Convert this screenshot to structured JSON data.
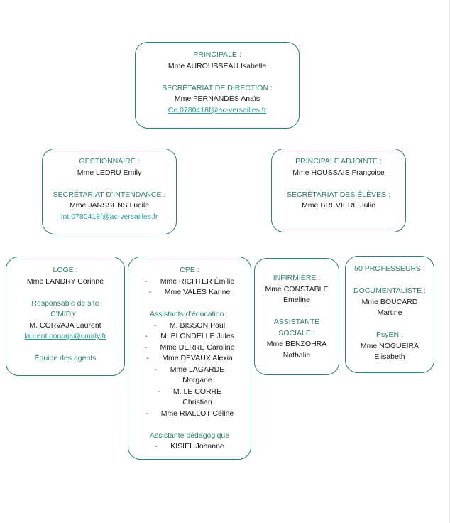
{
  "principal": {
    "title": "PRINCIPALE :",
    "name": "Mme AUROUSSEAU Isabelle",
    "secretariat_title": "SECRÉTARIAT DE DIRECTION :",
    "secretariat_name": "Mme FERNANDES Anaïs",
    "email": "Ce.0780418f@ac-versailles.fr"
  },
  "gestionnaire": {
    "title": "GESTIONNAIRE :",
    "name": "Mme LEDRU Emily",
    "secretariat_title": "SECRÉTARIAT D’INTENDANCE :",
    "secretariat_name": "Mme JANSSENS Lucile",
    "email": "Int.0780418f@ac-versailles.fr"
  },
  "adjointe": {
    "title": "PRINCIPALE ADJOINTE :",
    "name": "Mme HOUSSAIS Françoise",
    "secretariat_title": "SECRÉTARIAT DES ÉLÈVES :",
    "secretariat_name": "Mme BREVIERE Julie"
  },
  "loge": {
    "title": "LOGE :",
    "name": "Mme LANDRY Corinne",
    "resp_title_1": "Responsable de site",
    "resp_title_2": "C’MIDY :",
    "resp_name": "M. CORVAJA Laurent",
    "email": "laurent.corvaja@cmidy.fr",
    "agents": "Équipe des agents"
  },
  "cpe": {
    "title": "CPE :",
    "members": [
      {
        "dash": "-",
        "name": "Mme RICHTER Émilie"
      },
      {
        "dash": "-",
        "name": "Mme VALES Karine"
      }
    ],
    "assistants_title": "Assistants d’éducation :",
    "assistants": [
      {
        "dash": "-",
        "name": "M. BISSON Paul"
      },
      {
        "dash": "-",
        "name": "M. BLONDELLE Jules"
      },
      {
        "dash": "-",
        "name": "Mme DERRE Caroline"
      },
      {
        "dash": "-",
        "name": "Mme DEVAUX Alexia"
      },
      {
        "dash": "-",
        "name": "Mme LAGARDE"
      },
      {
        "dash": "",
        "name": "Morgane"
      },
      {
        "dash": "-",
        "name": "M. LE CORRE"
      },
      {
        "dash": "",
        "name": "Christian"
      },
      {
        "dash": "-",
        "name": "Mme RIALLOT Céline"
      }
    ],
    "pedago_title": "Assistante pédagogique",
    "pedago": {
      "dash": "-",
      "name": "KISIEL Johanne"
    }
  },
  "infirmiere": {
    "title": "INFIRMIÈRE :",
    "name_1": "Mme CONSTABLE",
    "name_2": "Emeline",
    "social_title_1": "ASSISTANTE",
    "social_title_2": "SOCIALE :",
    "social_name_1": "Mme BENZOHRA",
    "social_name_2": "Nathalie"
  },
  "profs": {
    "title": "50 PROFESSEURS :",
    "doc_title": "DOCUMENTALISTE :",
    "doc_name_1": "Mme BOUCARD",
    "doc_name_2": "Martine",
    "psy_title": "PsyEN :",
    "psy_name_1": "Mme NOGUEIRA",
    "psy_name_2": "Elisabeth"
  }
}
